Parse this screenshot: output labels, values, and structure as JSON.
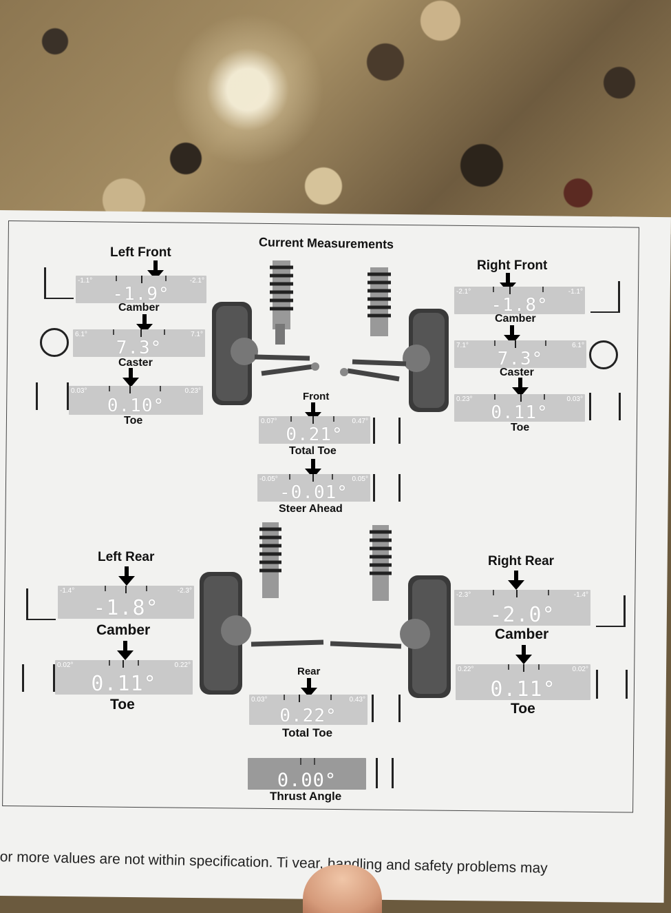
{
  "title": "Current Measurements",
  "left_front": {
    "heading": "Left Front",
    "camber": {
      "label": "Camber",
      "value": "-1.9°",
      "min": "-1.1°",
      "max": "-2.1°"
    },
    "caster": {
      "label": "Caster",
      "value": "7.3°",
      "min": "6.1°",
      "max": "7.1°"
    },
    "toe": {
      "label": "Toe",
      "value": "0.10°",
      "min": "0.03°",
      "max": "0.23°"
    }
  },
  "right_front": {
    "heading": "Right Front",
    "camber": {
      "label": "Camber",
      "value": "-1.8°",
      "min": "-2.1°",
      "max": "-1.1°"
    },
    "caster": {
      "label": "Caster",
      "value": "7.3°",
      "min": "7.1°",
      "max": "6.1°"
    },
    "toe": {
      "label": "Toe",
      "value": "0.11°",
      "min": "0.23°",
      "max": "0.03°"
    }
  },
  "front": {
    "heading": "Front",
    "total_toe": {
      "label": "Total Toe",
      "value": "0.21°",
      "min": "0.07°",
      "max": "0.47°"
    },
    "steer_ahead": {
      "label": "Steer Ahead",
      "value": "-0.01°",
      "min": "-0.05°",
      "max": "0.05°"
    }
  },
  "left_rear": {
    "heading": "Left Rear",
    "camber": {
      "label": "Camber",
      "value": "-1.8°",
      "min": "-1.4°",
      "max": "-2.3°"
    },
    "toe": {
      "label": "Toe",
      "value": "0.11°",
      "min": "0.02°",
      "max": "0.22°"
    }
  },
  "right_rear": {
    "heading": "Right Rear",
    "camber": {
      "label": "Camber",
      "value": "-2.0°",
      "min": "-2.3°",
      "max": "-1.4°"
    },
    "toe": {
      "label": "Toe",
      "value": "0.11°",
      "min": "0.22°",
      "max": "0.02°"
    }
  },
  "rear": {
    "heading": "Rear",
    "total_toe": {
      "label": "Total Toe",
      "value": "0.22°",
      "min": "0.03°",
      "max": "0.43°"
    },
    "thrust_angle": {
      "label": "Thrust Angle",
      "value": "0.00°"
    }
  },
  "footer_text": "or more values are not within specification.  Ti     vear, handling and safety problems may"
}
